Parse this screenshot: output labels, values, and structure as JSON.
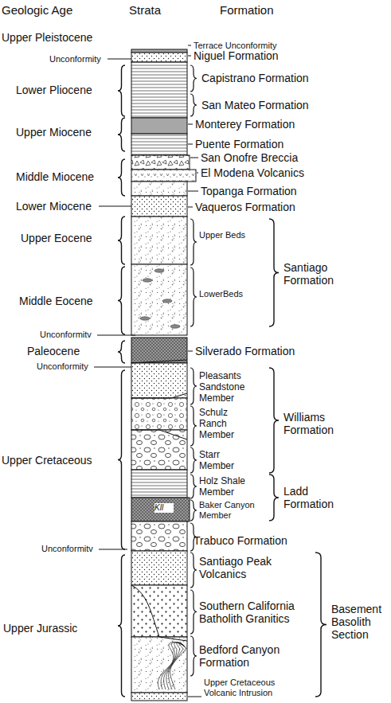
{
  "diagram": {
    "labels": [
      "Geologic Age",
      "Strata",
      "Formation",
      "Upper Pleistocene",
      "Terrace Unconformity",
      "Unconformity",
      "Niguel Formation",
      "Lower Pliocene",
      "Capistrano Formation",
      "San Mateo Formation",
      "Upper Miocene",
      "Monterey Formation",
      "Puente Formation",
      "San Onofre Breccia",
      "Middle Miocene",
      "El Modena Volcanics",
      "Topanga Formation",
      "Lower Miocene",
      "Vaqueros Formation",
      "Upper Eocene",
      "Upper Beds",
      "Santiago Formation",
      "Middle Eocene",
      "LowerBeds",
      "Unconformitv",
      "Paleocene",
      "Silverado Formation",
      "Unconformity",
      "Pleasants Sandstone Member",
      "Schulz Ranch Member",
      "Williams Formation",
      "Starr Member",
      "Upper Cretaceous",
      "Holz Shale Member",
      "Ladd Formation",
      "Baker Canyon Member",
      "Kll",
      "Trabuco Formation",
      "Unconformitv",
      "Santiago Peak Volcanics",
      "Upper Jurassic",
      "Southern California Batholith Granitics",
      "Basement Basolith Section",
      "Bedford Canyon Formation",
      "Upper Cretaceous Volcanic Intrusion"
    ]
  }
}
